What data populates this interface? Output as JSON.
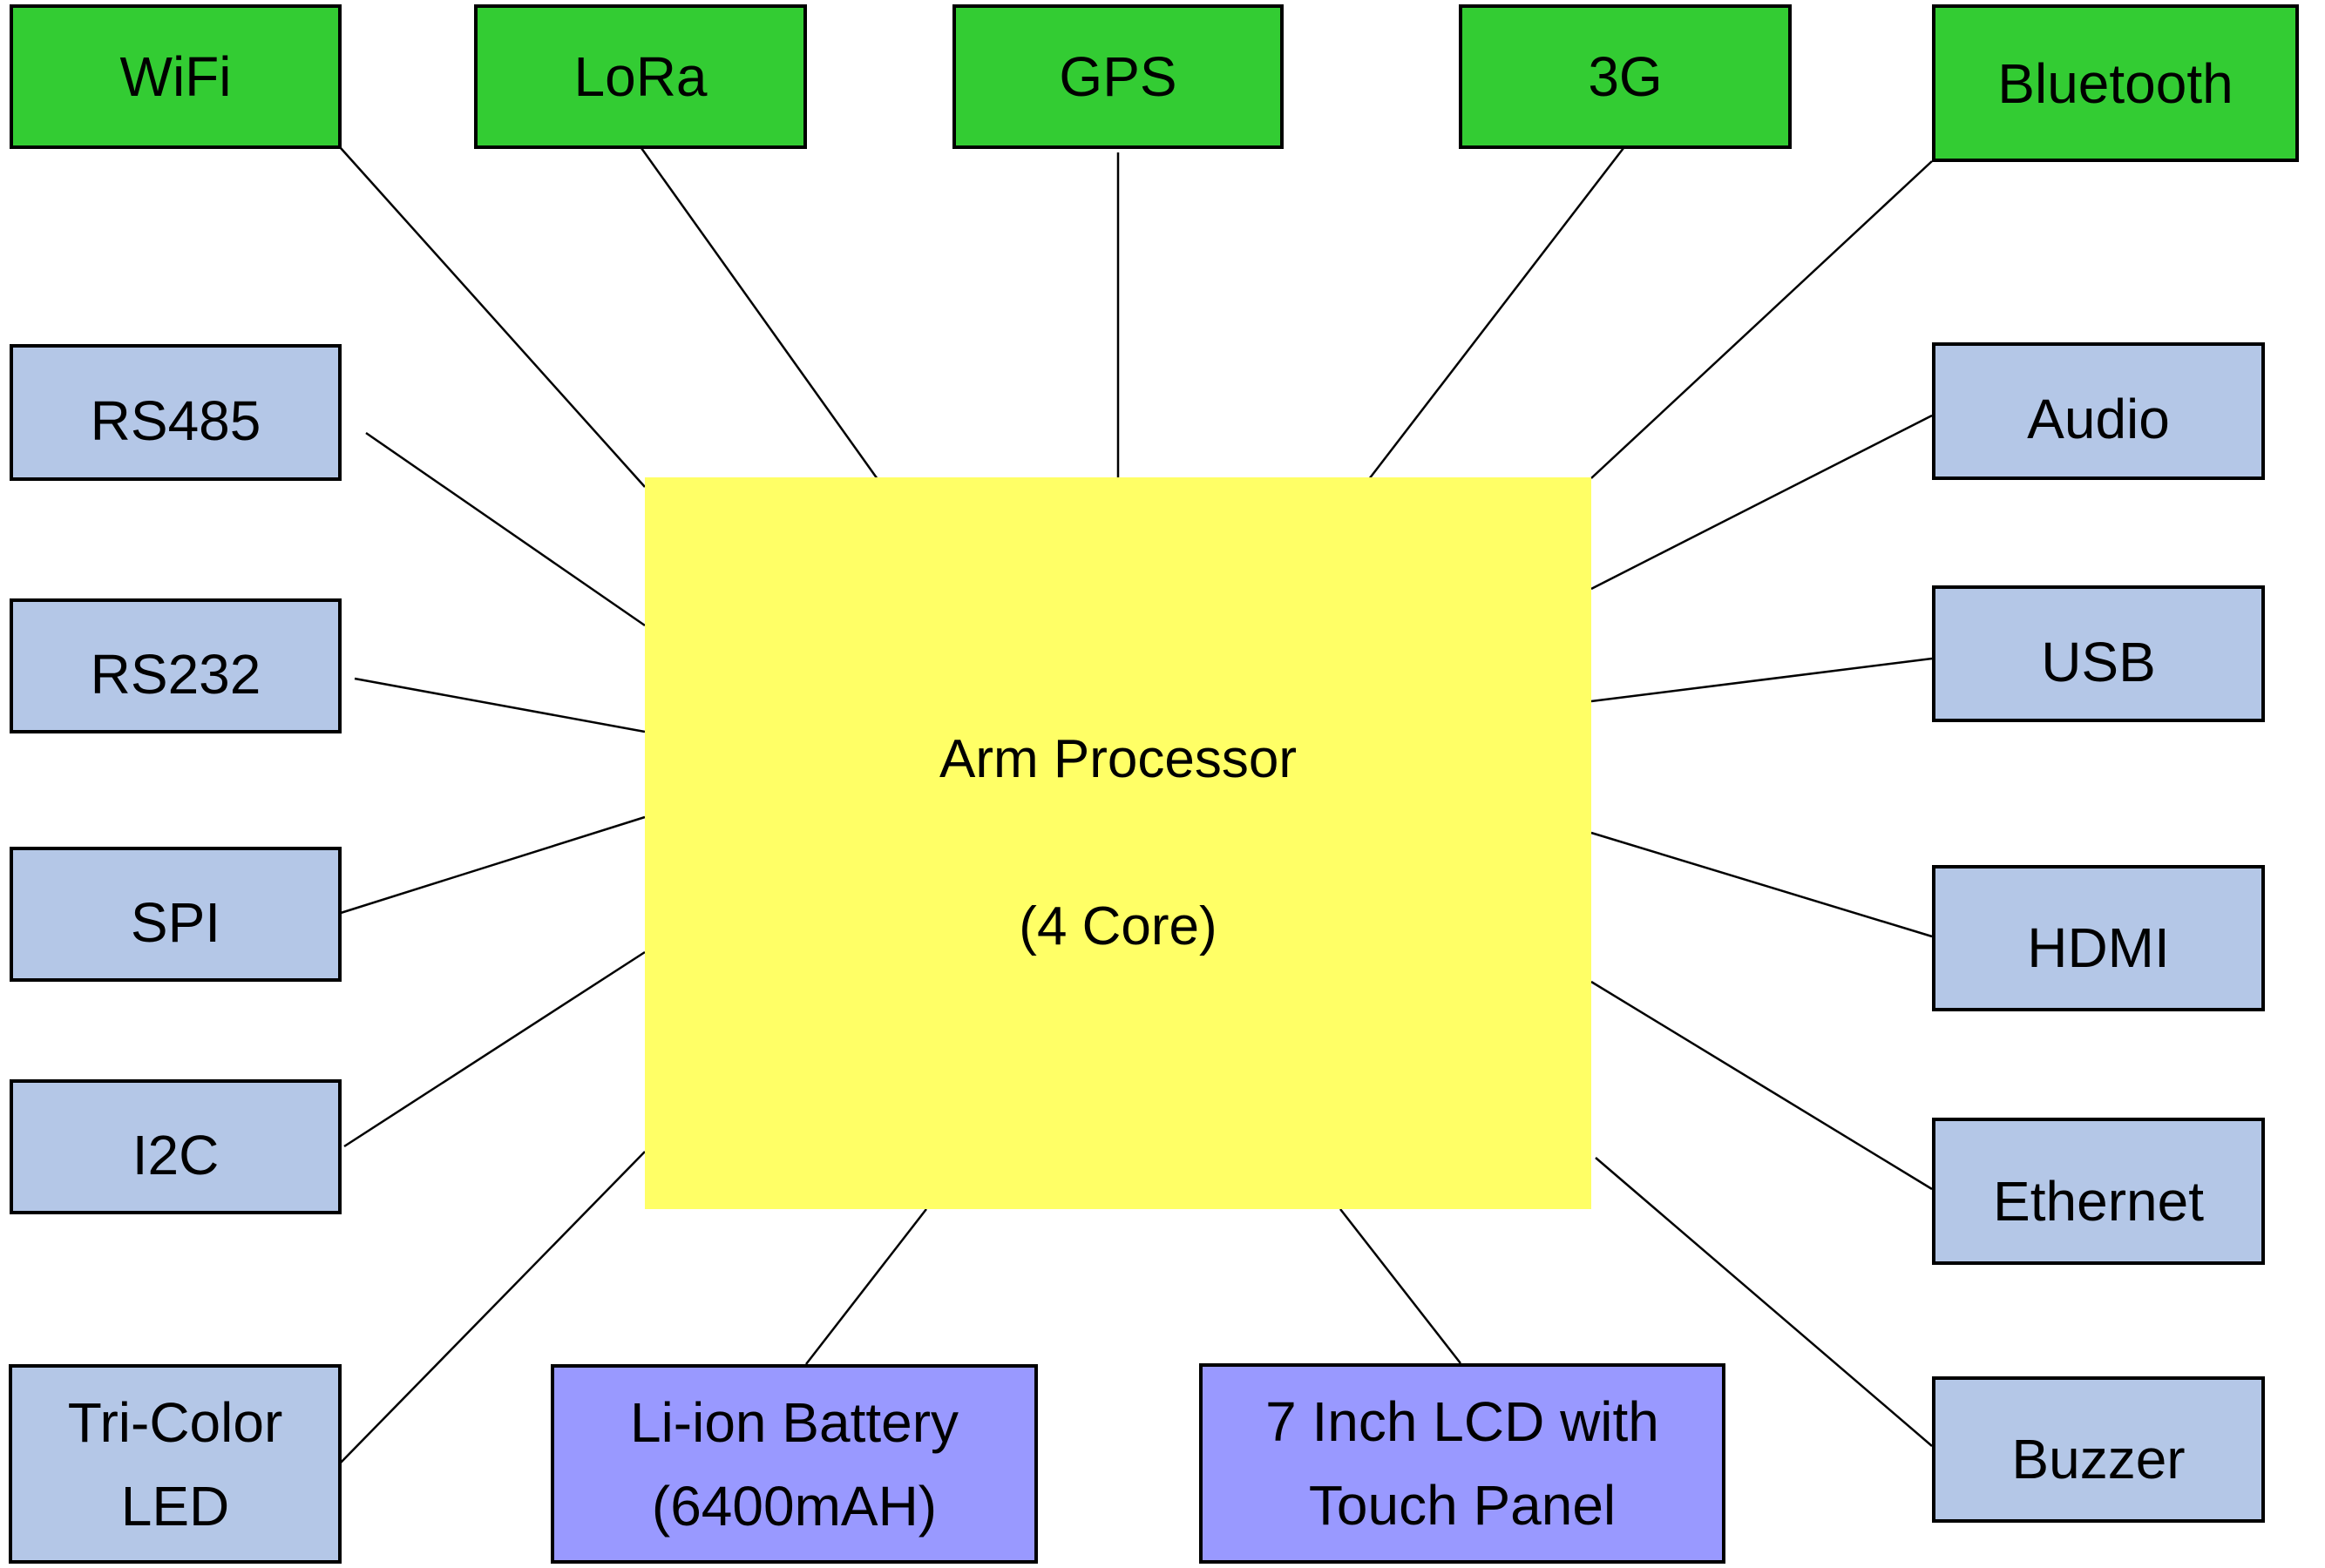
{
  "diagram": {
    "title": "Arm Processor system block diagram",
    "colors": {
      "wireless": "#33CC33",
      "interface": "#B4C7E7",
      "power_display": "#9999FF",
      "processor": "#FFFF66",
      "connector": "#000000"
    },
    "processor": {
      "id": "cpu",
      "line1": "Arm Processor",
      "line2": "(4 Core)"
    },
    "nodes": [
      {
        "id": "wifi",
        "label": "WiFi",
        "group": "wireless"
      },
      {
        "id": "lora",
        "label": "LoRa",
        "group": "wireless"
      },
      {
        "id": "gps",
        "label": "GPS",
        "group": "wireless"
      },
      {
        "id": "3g",
        "label": "3G",
        "group": "wireless"
      },
      {
        "id": "bluetooth",
        "label": "Bluetooth",
        "group": "wireless"
      },
      {
        "id": "rs485",
        "label": "RS485",
        "group": "interface"
      },
      {
        "id": "rs232",
        "label": "RS232",
        "group": "interface"
      },
      {
        "id": "spi",
        "label": "SPI",
        "group": "interface"
      },
      {
        "id": "i2c",
        "label": "I2C",
        "group": "interface"
      },
      {
        "id": "tricolor",
        "label": "Tri-Color\nLED",
        "group": "interface"
      },
      {
        "id": "audio",
        "label": "Audio",
        "group": "interface"
      },
      {
        "id": "usb",
        "label": "USB",
        "group": "interface"
      },
      {
        "id": "hdmi",
        "label": "HDMI",
        "group": "interface"
      },
      {
        "id": "ethernet",
        "label": "Ethernet",
        "group": "interface"
      },
      {
        "id": "buzzer",
        "label": "Buzzer",
        "group": "interface"
      },
      {
        "id": "battery",
        "label": "Li-ion Battery\n(6400mAH)",
        "group": "power_display"
      },
      {
        "id": "lcd",
        "label": "7 Inch LCD with\nTouch Panel",
        "group": "power_display"
      }
    ],
    "edges": [
      {
        "from": "wifi",
        "to": "cpu"
      },
      {
        "from": "lora",
        "to": "cpu"
      },
      {
        "from": "gps",
        "to": "cpu"
      },
      {
        "from": "3g",
        "to": "cpu"
      },
      {
        "from": "bluetooth",
        "to": "cpu"
      },
      {
        "from": "rs485",
        "to": "cpu"
      },
      {
        "from": "rs232",
        "to": "cpu"
      },
      {
        "from": "spi",
        "to": "cpu"
      },
      {
        "from": "i2c",
        "to": "cpu"
      },
      {
        "from": "tricolor",
        "to": "cpu"
      },
      {
        "from": "audio",
        "to": "cpu"
      },
      {
        "from": "usb",
        "to": "cpu"
      },
      {
        "from": "hdmi",
        "to": "cpu"
      },
      {
        "from": "ethernet",
        "to": "cpu"
      },
      {
        "from": "buzzer",
        "to": "cpu"
      },
      {
        "from": "battery",
        "to": "cpu"
      },
      {
        "from": "lcd",
        "to": "cpu"
      }
    ]
  }
}
